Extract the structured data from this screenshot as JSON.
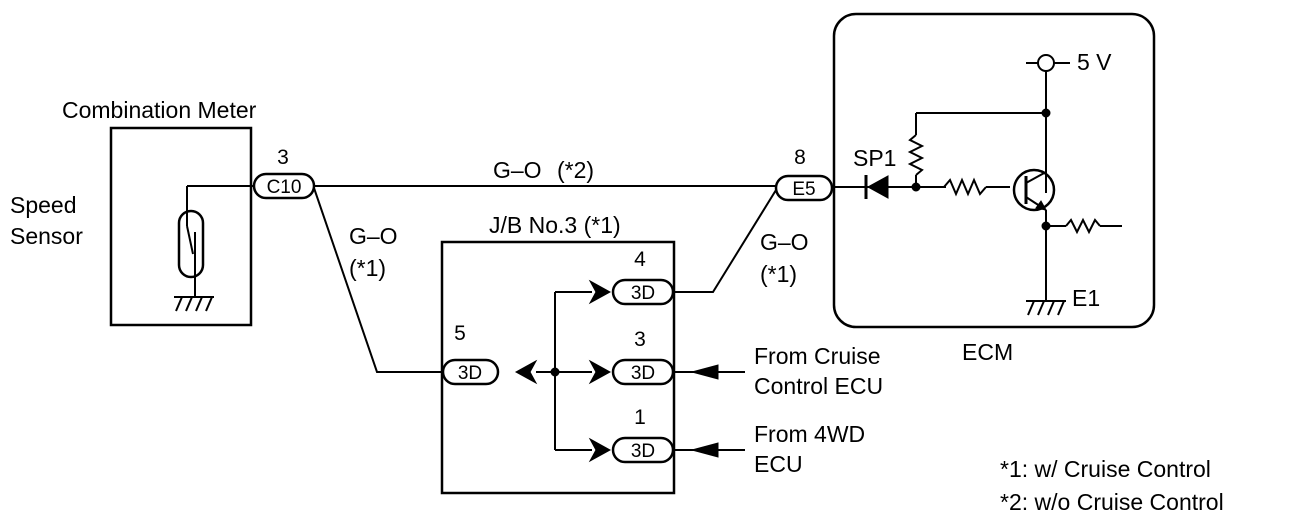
{
  "combination_meter": {
    "title": "Combination Meter",
    "sensor_label_line1": "Speed",
    "sensor_label_line2": "Sensor"
  },
  "connectors": {
    "c10": {
      "name": "C10",
      "pin": "3"
    },
    "e5": {
      "name": "E5",
      "pin": "8"
    },
    "jb_in": {
      "name": "3D",
      "pin": "5"
    },
    "jb_out_top": {
      "name": "3D",
      "pin": "4"
    },
    "jb_out_mid": {
      "name": "3D",
      "pin": "3"
    },
    "jb_out_bot": {
      "name": "3D",
      "pin": "1"
    }
  },
  "wires": {
    "top_color": "G–O",
    "top_note": "(*2)",
    "left_color": "G–O",
    "left_note": "(*1)",
    "right_color": "G–O",
    "right_note": "(*1)"
  },
  "junction_block": {
    "title": "J/B No.3 (*1)"
  },
  "inputs": {
    "cruise_line1": "From Cruise",
    "cruise_line2": "Control ECU",
    "fourwd_line1": "From 4WD",
    "fourwd_line2": "ECU"
  },
  "ecm": {
    "label": "ECM",
    "voltage": "5 V",
    "input_name": "SP1",
    "ground": "E1"
  },
  "notes": {
    "note1": "*1: w/ Cruise Control",
    "note2": "*2: w/o Cruise Control"
  }
}
